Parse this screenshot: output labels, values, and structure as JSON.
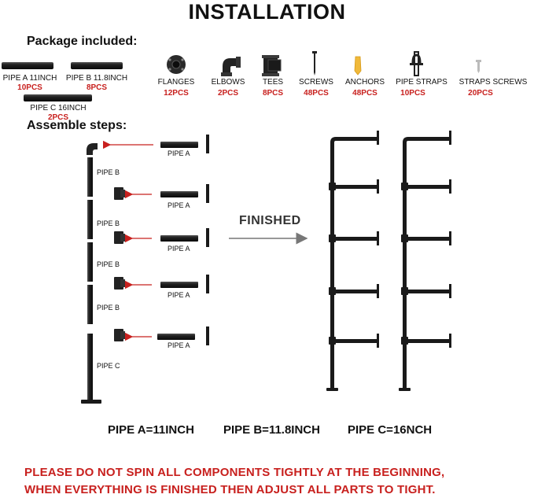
{
  "title": "INSTALLATION",
  "package_heading": "Package included:",
  "assemble_heading": "Assemble steps:",
  "pipes": [
    {
      "label": "PIPE A 11INCH",
      "qty": "10PCS"
    },
    {
      "label": "PIPE B 11.8INCH",
      "qty": "8PCS"
    },
    {
      "label": "PIPE C 16INCH",
      "qty": "2PCS"
    }
  ],
  "parts": [
    {
      "label": "FLANGES",
      "qty": "12PCS",
      "icon": "flange-icon"
    },
    {
      "label": "ELBOWS",
      "qty": "2PCS",
      "icon": "elbow-icon"
    },
    {
      "label": "TEES",
      "qty": "8PCS",
      "icon": "tee-icon"
    },
    {
      "label": "SCREWS",
      "qty": "48PCS",
      "icon": "screw-icon"
    },
    {
      "label": "ANCHORS",
      "qty": "48PCS",
      "icon": "anchor-icon"
    },
    {
      "label": "PIPE STRAPS",
      "qty": "10PCS",
      "icon": "pipe-strap-icon"
    },
    {
      "label": "STRAPS SCREWS",
      "qty": "20PCS",
      "icon": "strap-screw-icon"
    }
  ],
  "steps": {
    "pipe_a": "PIPE A",
    "pipe_b": "PIPE B",
    "pipe_c": "PIPE C"
  },
  "finished_label": "FINISHED",
  "legend": {
    "a": "PIPE A=11INCH",
    "b": "PIPE B=11.8INCH",
    "c": "PIPE C=16NCH"
  },
  "warning": {
    "line1": "PLEASE DO NOT SPIN ALL COMPONENTS TIGHTLY AT THE BEGINNING,",
    "line2": "WHEN EVERYTHING IS FINISHED THEN ADJUST ALL PARTS TO TIGHT."
  },
  "colors": {
    "accent_red": "#c8201e",
    "pipe_black": "#1a1a1a"
  }
}
